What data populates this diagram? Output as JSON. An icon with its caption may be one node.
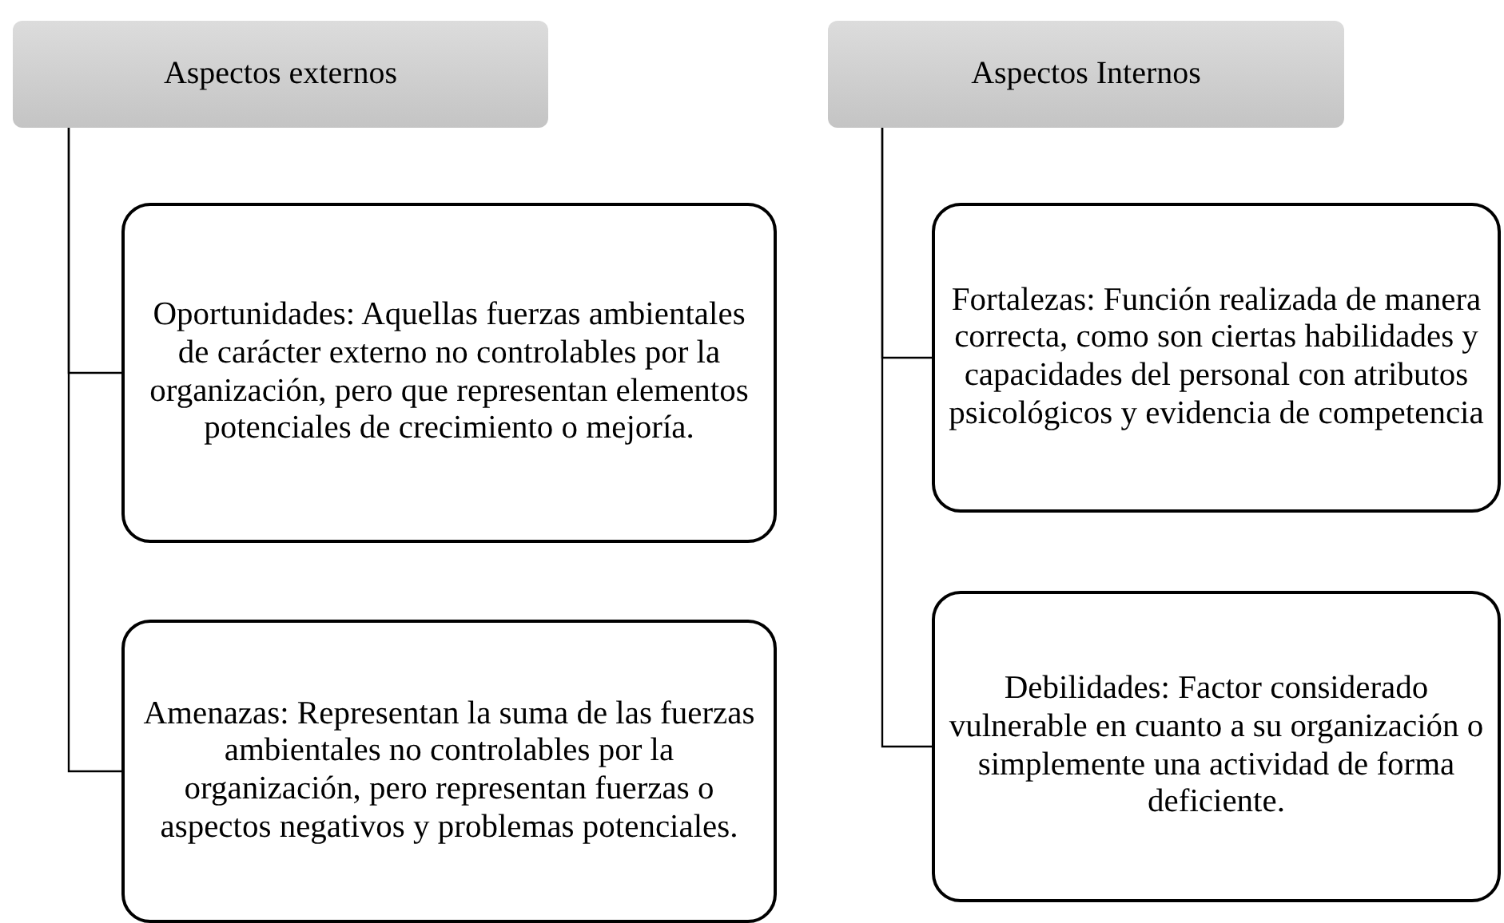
{
  "diagram": {
    "nodes": [
      {
        "text": [
          "Aspectos externos"
        ]
      },
      {
        "text": [
          "Oportunidades: Aquellas fuerzas ambientales de carácter externo no controlables por la organización, pero que representan elementos potenciales de crecimiento o mejoría."
        ]
      },
      {
        "text": [
          "Amenazas: Representan la suma de las fuerzas ambientales no controlables por la organización, pero representan fuerzas o aspectos negativos y problemas potenciales."
        ]
      },
      {
        "text": [
          "Aspectos Internos"
        ]
      },
      {
        "text": [
          "Fortalezas: Función realizada de manera correcta, como son ciertas habilidades y capacidades del personal con atributos psicológicos y evidencia de competencia"
        ]
      },
      {
        "text": [
          "Debilidades: Factor considerado vulnerable en cuanto a su organización o simplemente una actividad de forma deficiente."
        ]
      }
    ],
    "edges": [
      {
        "from": 0,
        "to": 1,
        "arrow": "none"
      },
      {
        "from": 0,
        "to": 2,
        "arrow": "none"
      },
      {
        "from": 3,
        "to": 4,
        "arrow": "none"
      },
      {
        "from": 3,
        "to": 5,
        "arrow": "none"
      }
    ]
  }
}
